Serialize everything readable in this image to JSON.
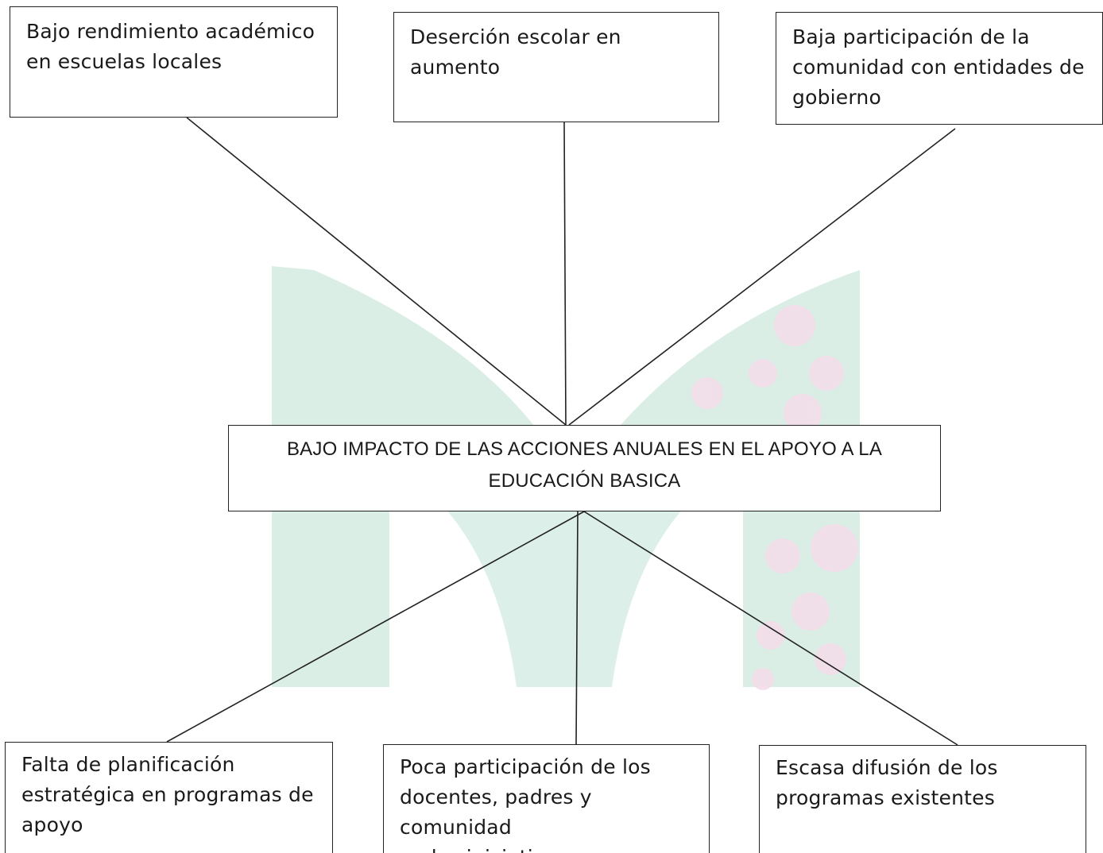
{
  "diagram": {
    "center": {
      "line1": "BAJO IMPACTO DE LAS ACCIONES ANUALES EN EL APOYO A LA",
      "line2": "EDUCACIÓN BASICA"
    },
    "effects": [
      {
        "lines": [
          "Bajo rendimiento académico",
          "en escuelas locales"
        ]
      },
      {
        "lines": [
          "Deserción escolar en aumento"
        ]
      },
      {
        "lines": [
          "Baja participación de la",
          "comunidad con entidades de",
          "gobierno"
        ]
      }
    ],
    "causes": [
      {
        "lines": [
          "Falta de planificación",
          "estratégica en programas de",
          "apoyo"
        ]
      },
      {
        "lines": [
          "Poca participación de los",
          "docentes, padres y comunidad",
          "en las iniciativas"
        ]
      },
      {
        "lines": [
          "Escasa difusión de los",
          "programas existentes"
        ]
      }
    ]
  },
  "colors": {
    "watermark_green": "#d3ebe2",
    "watermark_pink": "#f3dde9",
    "line": "#222222"
  }
}
